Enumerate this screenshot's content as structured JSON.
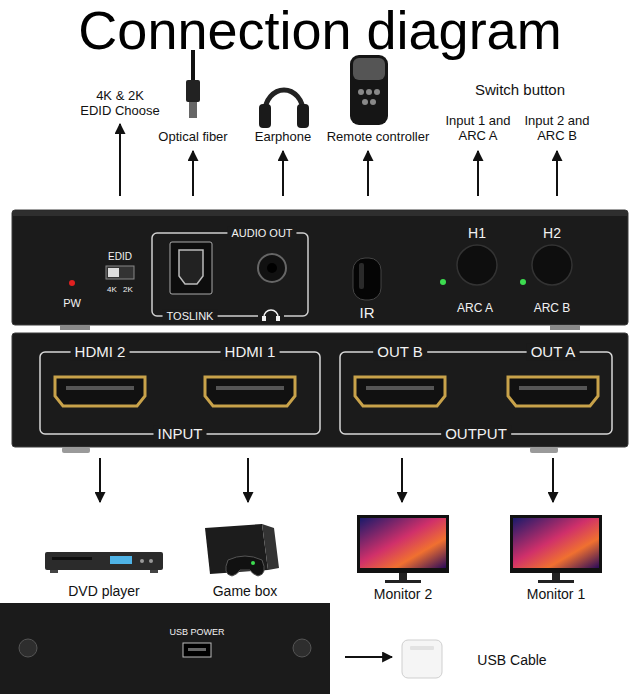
{
  "diagram": {
    "title": "Connection diagram",
    "nodes": [
      {
        "text": [
          "PW",
          "EDID",
          "4K",
          "2K",
          "IR",
          "H1",
          "ARC A",
          "H2",
          "ARC B"
        ]
      },
      {
        "text": [
          "AUDIO OUT",
          "TOSLINK"
        ],
        "in": 0
      },
      {
        "text": [
          "HDMI 2",
          "HDMI 1",
          "INPUT"
        ]
      },
      {
        "text": [
          "OUT B",
          "OUT A",
          "OUTPUT"
        ]
      },
      {
        "text": [
          "USB POWER"
        ]
      }
    ],
    "labels": [
      "4K & 2K EDID Choose",
      "Optical fiber",
      "Earphone",
      "Remote controller",
      "Switch button",
      "Input 1 and ARC A",
      "Input 2 and ARC B",
      "DVD player",
      "Game box",
      "Monitor 2",
      "Monitor 1",
      "USB Cable"
    ]
  }
}
